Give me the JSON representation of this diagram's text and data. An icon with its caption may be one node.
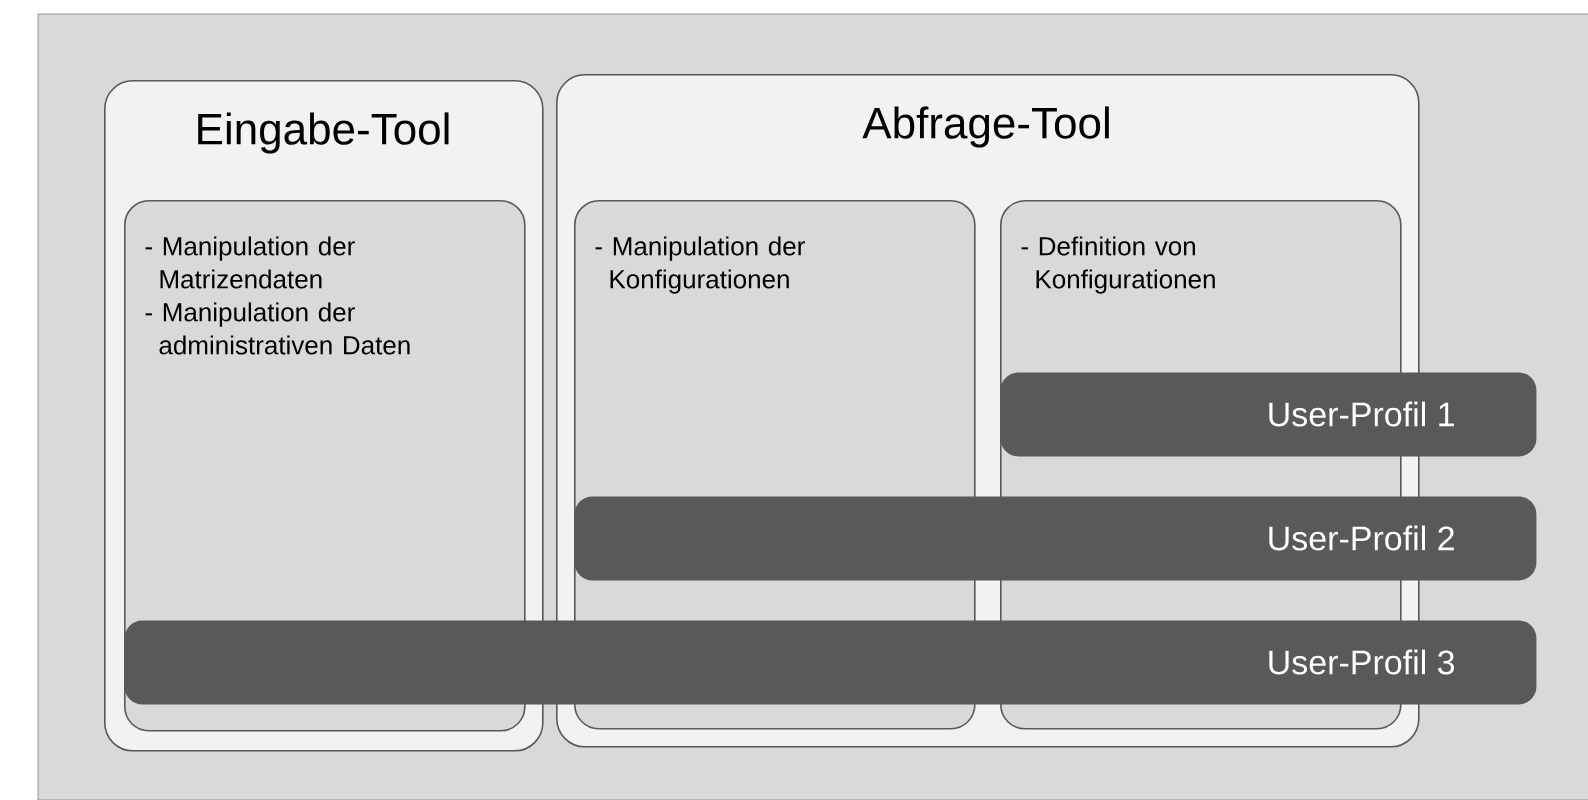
{
  "diagram": {
    "nodes": [
      {
        "text": [
          "Eingabe-Tool"
        ]
      },
      {
        "text": [
          "- Manipulation der Matrizendaten",
          "- Manipulation der administrativen Daten"
        ],
        "in": 0
      },
      {
        "text": [
          "Abfrage-Tool"
        ]
      },
      {
        "text": [
          "- Manipulation der Konfigurationen"
        ],
        "in": 2
      },
      {
        "text": [
          "- Definition von Konfigurationen"
        ],
        "in": 2
      },
      {
        "text": [
          "User-Profil 1"
        ]
      },
      {
        "text": [
          "User-Profil 2"
        ]
      },
      {
        "text": [
          "User-Profil 3"
        ]
      }
    ]
  }
}
